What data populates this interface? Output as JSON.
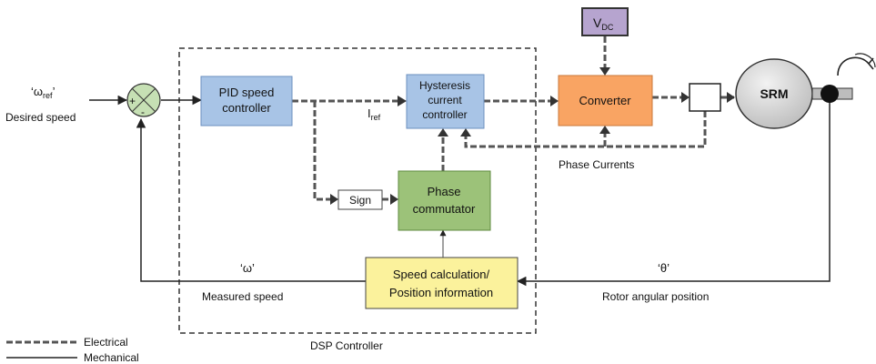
{
  "inputs": {
    "omega_ref_label": "‘ω",
    "omega_ref_sub": "ref",
    "omega_ref_close": "’",
    "desired_speed": "Desired speed",
    "omega_label": "‘ω’",
    "measured_speed": "Measured speed",
    "theta_label": "‘θ’",
    "rotor_position": "Rotor angular position",
    "iref_label": "I",
    "iref_sub": "ref",
    "phase_currents": "Phase Currents"
  },
  "summer": {
    "plus": "+",
    "minus": "-"
  },
  "blocks": {
    "pid_line1": "PID speed",
    "pid_line2": "controller",
    "hyst_line1": "Hysteresis",
    "hyst_line2": "current",
    "hyst_line3": "controller",
    "converter": "Converter",
    "vdc": "V",
    "vdc_sub": "DC",
    "srm": "SRM",
    "sign": "Sign",
    "phase_line1": "Phase",
    "phase_line2": "commutator",
    "speed_line1": "Speed calculation/",
    "speed_line2": "Position information"
  },
  "dsp_label": "DSP Controller",
  "legend": {
    "electrical": "Electrical",
    "mechanical": "Mechanical"
  },
  "colors": {
    "blue_block": "#a8c4e6",
    "green_block": "#9cc279",
    "orange_block": "#f9a463",
    "purple_block": "#b6a4cf",
    "yellow_block": "#fbf29c",
    "srm_gray": "#d2d2d2",
    "summer_green": "#c6e0b4"
  }
}
